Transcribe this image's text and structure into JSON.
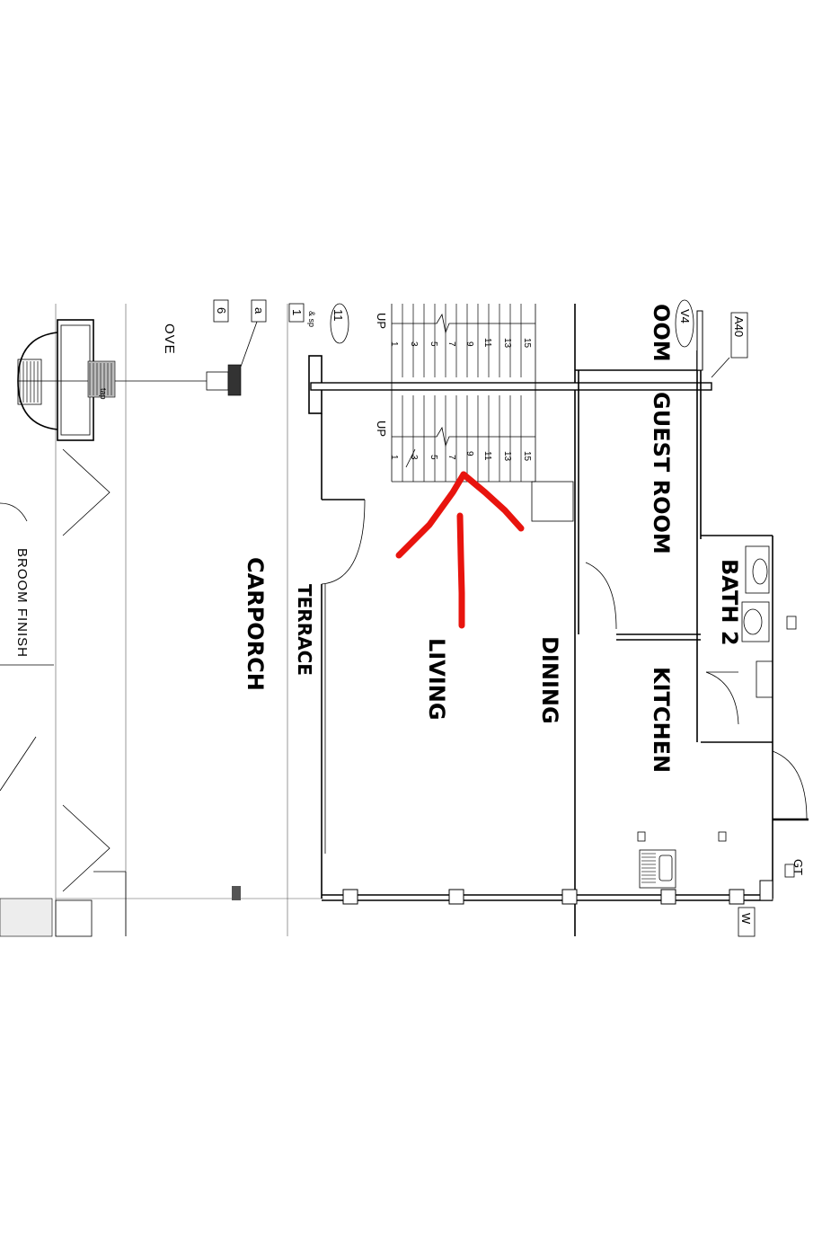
{
  "rooms": {
    "carporch": "CARPORCH",
    "terrace": "TERRACE",
    "living": "LIVING",
    "dining": "DINING",
    "guest_room": "GUEST ROOM",
    "room_partial": "OOM",
    "kitchen": "KITCHEN",
    "bath_2": "BATH 2"
  },
  "notes": {
    "broom_finish": "BROOM FINISH",
    "ove": "OVE",
    "tap": "tap",
    "gt": "GT",
    "sp": "& sp"
  },
  "tags": {
    "a40": "A40",
    "v4": "V4",
    "tag_11": "11",
    "tag_1": "1",
    "tag_a": "a",
    "tag_6": "6",
    "tag_w": "W"
  },
  "stairs": {
    "up_label": "UP",
    "flight_upper": [
      "1",
      "3",
      "5",
      "7",
      "9",
      "11",
      "13",
      "15"
    ],
    "flight_lower": [
      "1",
      "3",
      "5",
      "7",
      "9",
      "11",
      "13",
      "15"
    ]
  },
  "annotation": {
    "color": "#e8140e",
    "shape": "hand-drawn arrow pointing to stair landing"
  }
}
